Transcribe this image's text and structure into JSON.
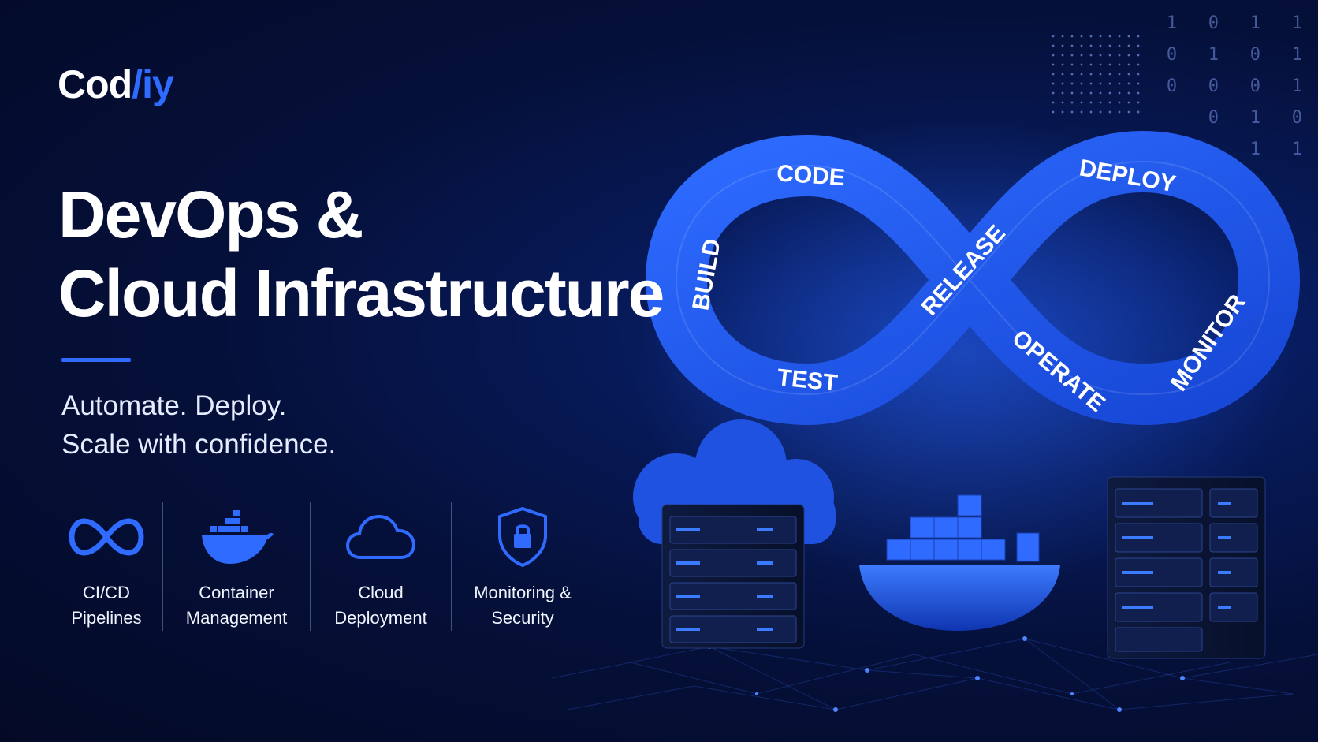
{
  "brand": {
    "name_main": "Cod",
    "name_accent": "/iy"
  },
  "headline": {
    "line1": "DevOps &",
    "line2": "Cloud Infrastructure"
  },
  "tagline": {
    "line1": "Automate. Deploy.",
    "line2": "Scale with confidence."
  },
  "features": [
    {
      "icon": "infinity-icon",
      "line1": "CI/CD",
      "line2": "Pipelines"
    },
    {
      "icon": "container-whale-icon",
      "line1": "Container",
      "line2": "Management"
    },
    {
      "icon": "cloud-icon",
      "line1": "Cloud",
      "line2": "Deployment"
    },
    {
      "icon": "shield-lock-icon",
      "line1": "Monitoring &",
      "line2": "Security"
    }
  ],
  "devops_loop": {
    "stages": [
      "CODE",
      "BUILD",
      "TEST",
      "RELEASE",
      "DEPLOY",
      "MONITOR",
      "OPERATE"
    ]
  },
  "binary_rain": "1   0   1   1\n0   1   0   1\n0   0   0   1\n    0   1   0\n        1   1",
  "colors": {
    "accent": "#2f6bff",
    "background": "#05103a",
    "loop_blue": "#1f5fff"
  }
}
